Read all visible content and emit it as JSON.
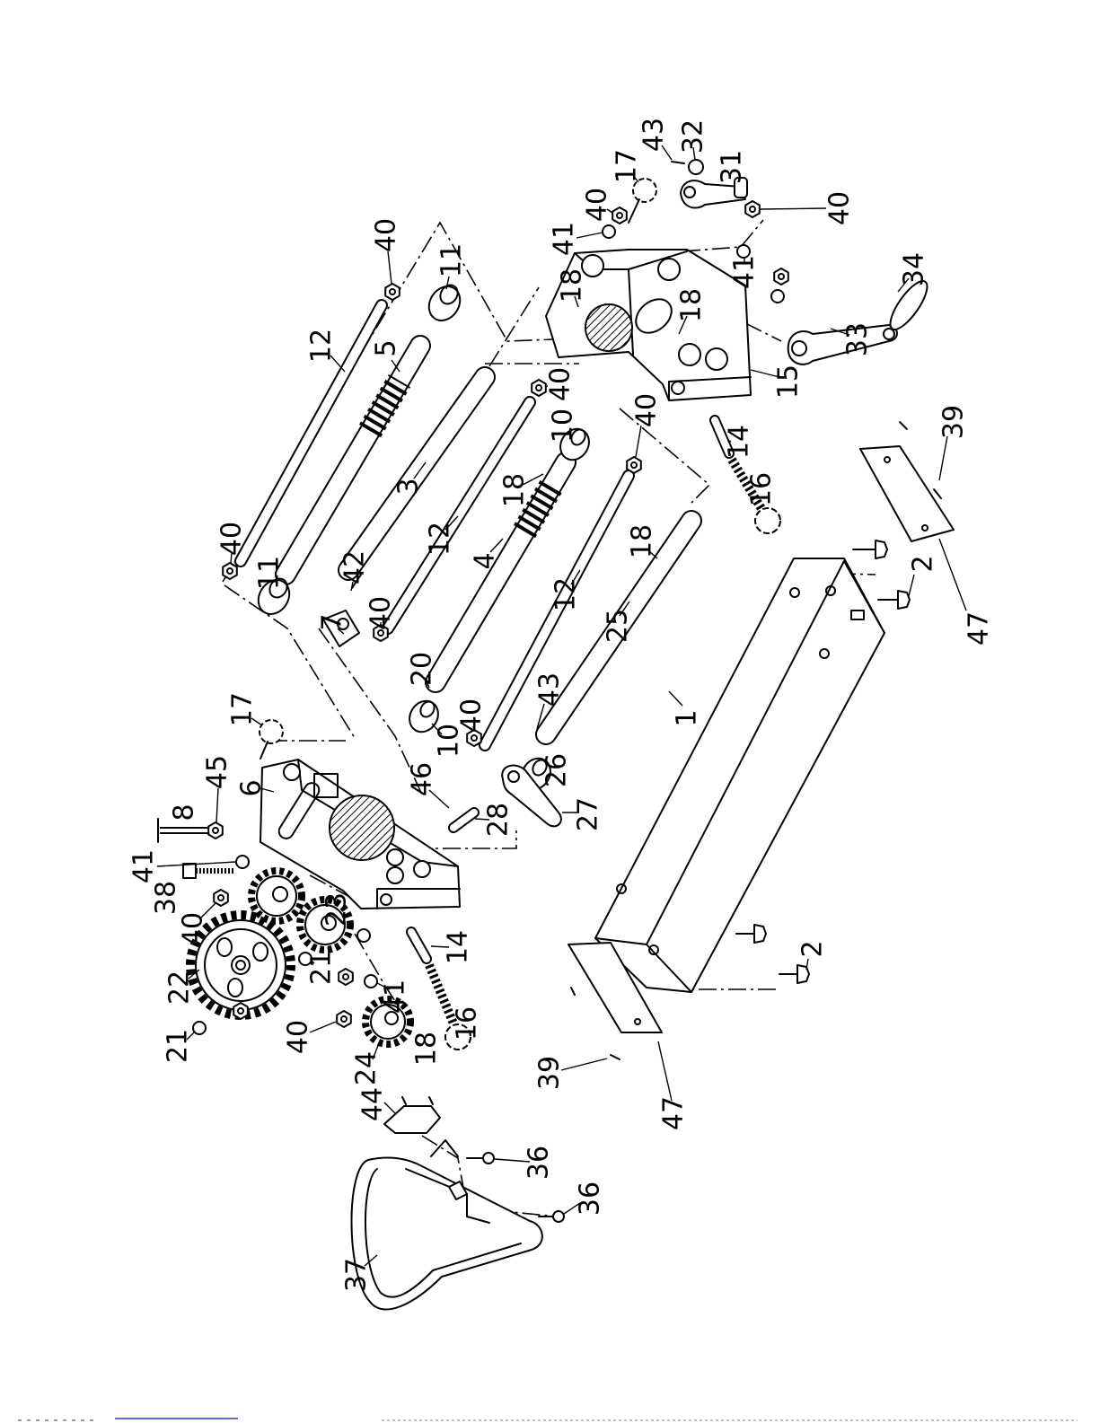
{
  "labels": [
    "40",
    "12",
    "40",
    "11",
    "5",
    "3",
    "11",
    "42",
    "7",
    "40",
    "12",
    "40",
    "18",
    "10",
    "4",
    "20",
    "40",
    "10",
    "12",
    "43",
    "25",
    "18",
    "40",
    "26",
    "27",
    "28",
    "46",
    "1",
    "2",
    "2",
    "47",
    "39",
    "14",
    "16",
    "15",
    "33",
    "34",
    "41",
    "40",
    "31",
    "32",
    "43",
    "17",
    "40",
    "41",
    "18",
    "18",
    "17",
    "45",
    "6",
    "8",
    "41",
    "38",
    "40",
    "23",
    "22",
    "21",
    "21",
    "40",
    "41",
    "14",
    "16",
    "18",
    "24",
    "44",
    "36",
    "36",
    "37",
    "39",
    "47"
  ],
  "colors": {
    "line": "#000000",
    "footer_link": "#3333cc"
  }
}
